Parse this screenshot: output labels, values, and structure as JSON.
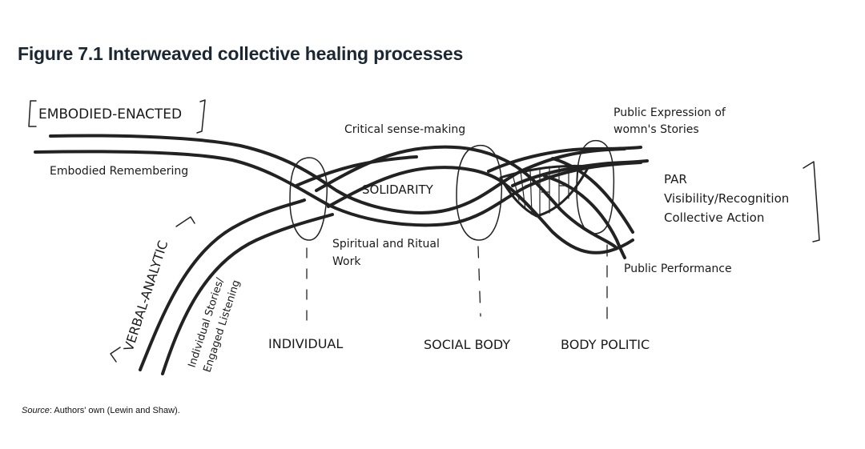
{
  "figure": {
    "title": "Figure 7.1 Interweaved collective healing processes",
    "source_label": "Source",
    "source_text": ": Authors' own (Lewin and Shaw)."
  },
  "modes": {
    "embodied": "EMBODIED-ENACTED",
    "verbal": "VERBAL-ANALYTIC"
  },
  "strands": {
    "embodied_remembering": "Embodied Remembering",
    "individual_stories_1": "Individual Stories/",
    "individual_stories_2": "Engaged Listening",
    "critical_sense_making": "Critical sense-making",
    "solidarity": "SOLIDARITY",
    "spiritual_1": "Spiritual and Ritual",
    "spiritual_2": "Work",
    "public_expression_1": "Public Expression of",
    "public_expression_2": "womn's Stories",
    "par": "PAR",
    "visibility": "Visibility/Recognition",
    "collective_action": "Collective Action",
    "public_performance": "Public Performance"
  },
  "levels": {
    "individual": "INDIVIDUAL",
    "social_body": "SOCIAL BODY",
    "body_politic": "BODY POLITIC"
  },
  "colors": {
    "title": "#1b2733",
    "ink": "#1a1a1a"
  }
}
